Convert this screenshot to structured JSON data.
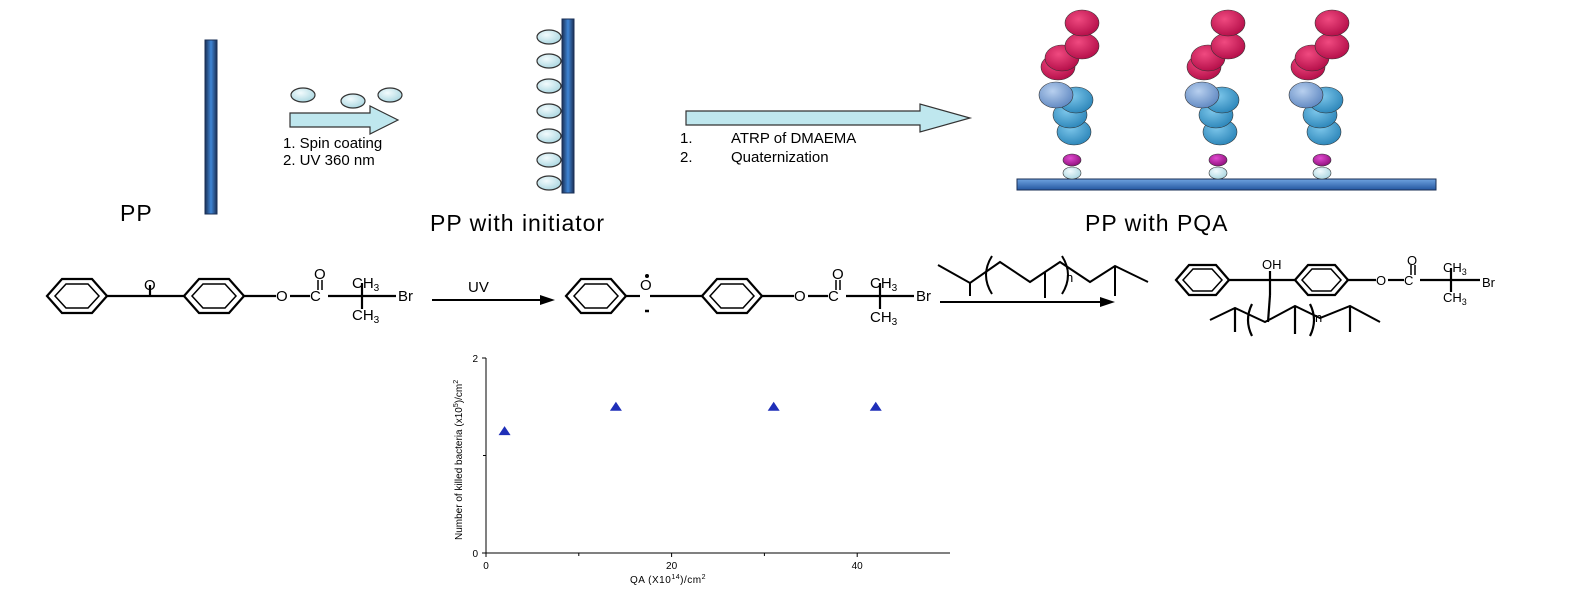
{
  "labels": {
    "pp": "PP",
    "pp_initiator": "PP with initiator",
    "pp_pqa": "PP with PQA"
  },
  "steps1": [
    "1. Spin coating",
    "2. UV 360 nm"
  ],
  "steps2": [
    {
      "num": "1.",
      "text": "ATRP of DMAEMA"
    },
    {
      "num": "2.",
      "text": "Quaternization"
    }
  ],
  "reaction": {
    "uv_label": "UV",
    "carbonyl_o": "O",
    "ester_o": "O",
    "ester_link": "O – C",
    "ch3": "CH",
    "ch3_sub": "3",
    "br": "Br",
    "oh": "OH",
    "n": "n"
  },
  "colors": {
    "film": "#2a5fa8",
    "film_dark": "#1a2f55",
    "initiator": "#cfeaf0",
    "magenta": "#d0115a",
    "light_blue": "#7fa7d6",
    "cyan_blue": "#3c9fd1",
    "purple": "#b2189c"
  },
  "chart_data": {
    "type": "scatter",
    "xlabel": "QA (X10",
    "xlabel_sup": "14",
    "xlabel_tail": ")/cm",
    "xlabel_sup2": "2",
    "ylabel": "Number of killed bacteria (x10",
    "ylabel_sup": "5",
    "ylabel_tail": ")/cm",
    "ylabel_sup2": "2",
    "xlim": [
      0,
      50
    ],
    "ylim": [
      0,
      2
    ],
    "xticks": [
      0,
      20,
      40
    ],
    "yticks": [
      0,
      2
    ],
    "marker": "triangle",
    "marker_color": "#1f2fb8",
    "points": [
      {
        "x": 2,
        "y": 1.25
      },
      {
        "x": 14,
        "y": 1.5
      },
      {
        "x": 31,
        "y": 1.5
      },
      {
        "x": 42,
        "y": 1.5
      }
    ]
  }
}
